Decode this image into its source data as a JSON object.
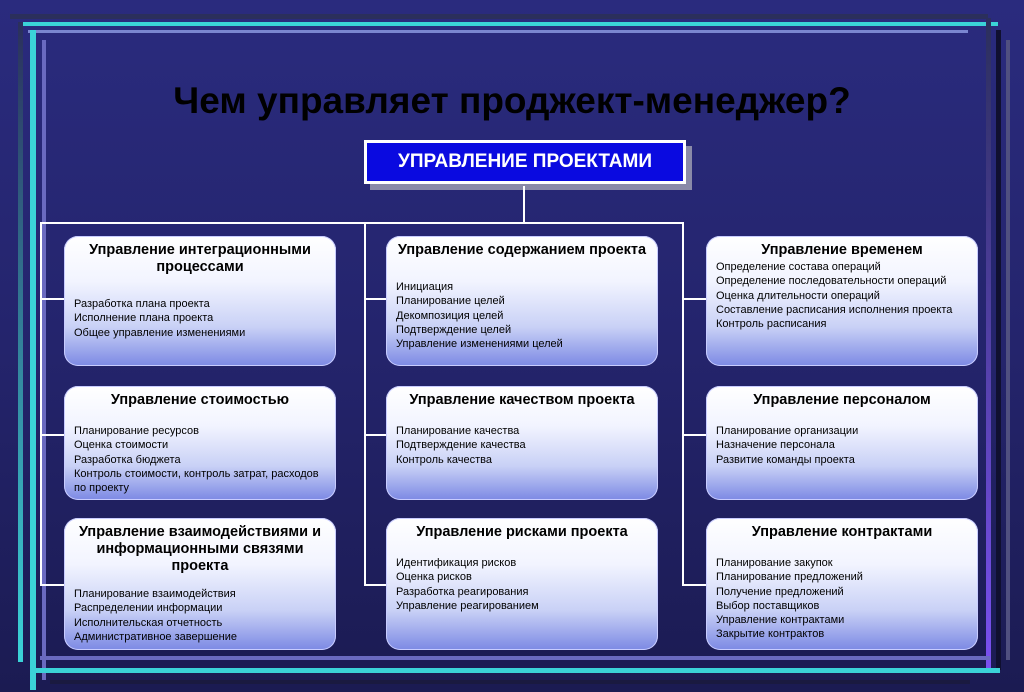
{
  "title": "Чем управляет проджект-менеджер?",
  "root": "УПРАВЛЕНИЕ ПРОЕКТАМИ",
  "columns": [
    {
      "cards": [
        {
          "title": "Управление интеграционными процессами",
          "items": [
            "Разработка плана проекта",
            "Исполнение плана проекта",
            "Общее управление изменениями"
          ]
        },
        {
          "title": "Управление стоимостью",
          "items": [
            "Планирование ресурсов",
            "Оценка стоимости",
            "Разработка бюджета",
            "Контроль стоимости, контроль затрат, расходов по проекту"
          ]
        },
        {
          "title": "Управление взаимодействиями и информационными связями проекта",
          "items": [
            "Планирование взаимодействия",
            "Распределении информации",
            "Исполнительская отчетность",
            "Административное завершение"
          ]
        }
      ]
    },
    {
      "cards": [
        {
          "title": "Управление содержанием проекта",
          "items": [
            "Инициация",
            "Планирование целей",
            "Декомпозиция целей",
            "Подтверждение целей",
            "Управление изменениями целей"
          ]
        },
        {
          "title": "Управление качеством проекта",
          "items": [
            "Планирование качества",
            "Подтверждение качества",
            "Контроль качества"
          ]
        },
        {
          "title": "Управление рисками проекта",
          "items": [
            "Идентификация рисков",
            "Оценка рисков",
            "Разработка реагирования",
            "Управление реагированием"
          ]
        }
      ]
    },
    {
      "cards": [
        {
          "title": "Управление временем",
          "items": [
            "Определение состава операций",
            "Определение последовательности операций",
            "Оценка длительности операций",
            "Составление расписания исполнения проекта",
            "Контроль расписания"
          ]
        },
        {
          "title": "Управление персоналом",
          "items": [
            "Планирование организации",
            "Назначение персонала",
            "Развитие команды проекта"
          ]
        },
        {
          "title": "Управление контрактами",
          "items": [
            "Планирование закупок",
            "Планирование предложений",
            "Получение предложений",
            "Выбор поставщиков",
            "Управление контрактами",
            "Закрытие контрактов"
          ]
        }
      ]
    }
  ]
}
